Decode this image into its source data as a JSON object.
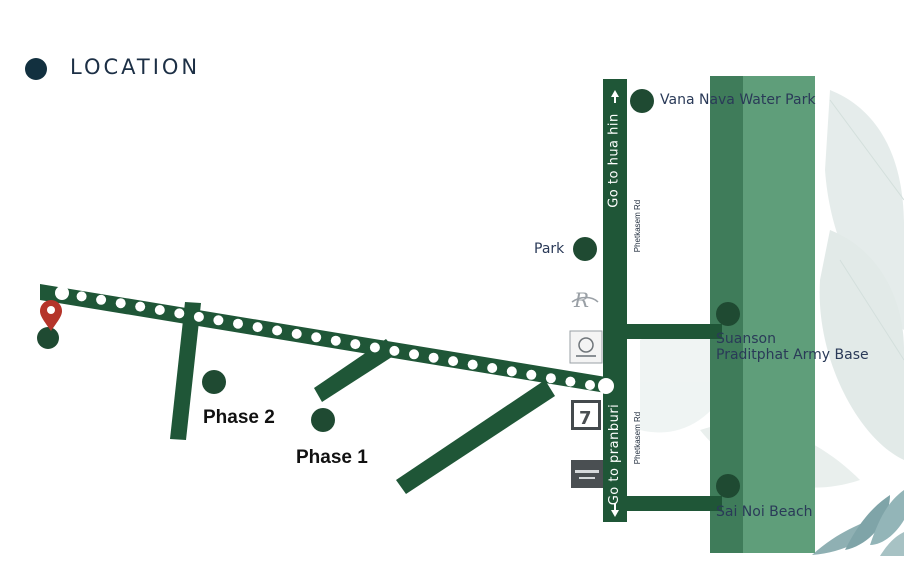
{
  "header": {
    "title": "LOCATION"
  },
  "roads": {
    "north_label": "Go to hua hin",
    "south_label": "Go to pranburi",
    "main_road_name": "Phetkasem Rd"
  },
  "pois": {
    "vana_nava": "Vana Nava  Water Park",
    "park": "Park",
    "army_base_line1": "Suanson",
    "army_base_line2": "Praditphat Army Base",
    "sai_noi": "Sai Noi Beach"
  },
  "phases": {
    "phase2": "Phase 2",
    "phase1": "Phase 1"
  },
  "colors": {
    "road": "#1f5637",
    "title_dot": "#12303f",
    "poi_dot": "#1f4a32",
    "pin": "#b5342a",
    "coast_dark": "#3f7c5a",
    "coast_light": "#5f9e7a",
    "leaf": "#dfe8e6"
  },
  "icons": {
    "title": "filled-circle-icon",
    "location_pin": "map-pin-icon",
    "logos": [
      "hotel-logo-icon",
      "crest-logo-icon",
      "seven-eleven-icon",
      "brand-logo-icon"
    ]
  }
}
